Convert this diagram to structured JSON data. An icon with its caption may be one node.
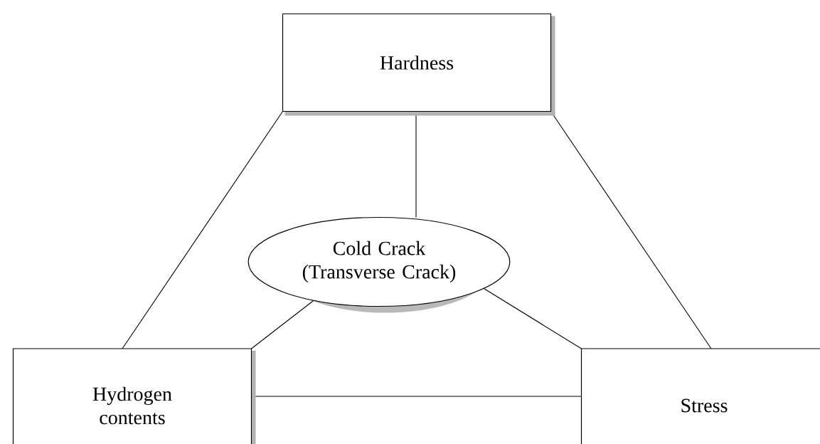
{
  "diagram": {
    "nodes": [
      {
        "text": [
          "Hardness"
        ]
      },
      {
        "text": [
          "Cold Crack (Transverse Crack)"
        ]
      },
      {
        "text": [
          "Hydrogen contents"
        ]
      },
      {
        "text": [
          "Stress"
        ]
      }
    ],
    "edges": [
      {
        "from": 0,
        "to": 1,
        "arrow": "none"
      },
      {
        "from": 0,
        "to": 2,
        "arrow": "none"
      },
      {
        "from": 0,
        "to": 3,
        "arrow": "none"
      },
      {
        "from": 1,
        "to": 2,
        "arrow": "none"
      },
      {
        "from": 1,
        "to": 3,
        "arrow": "none"
      },
      {
        "from": 2,
        "to": 3,
        "arrow": "none"
      }
    ]
  }
}
